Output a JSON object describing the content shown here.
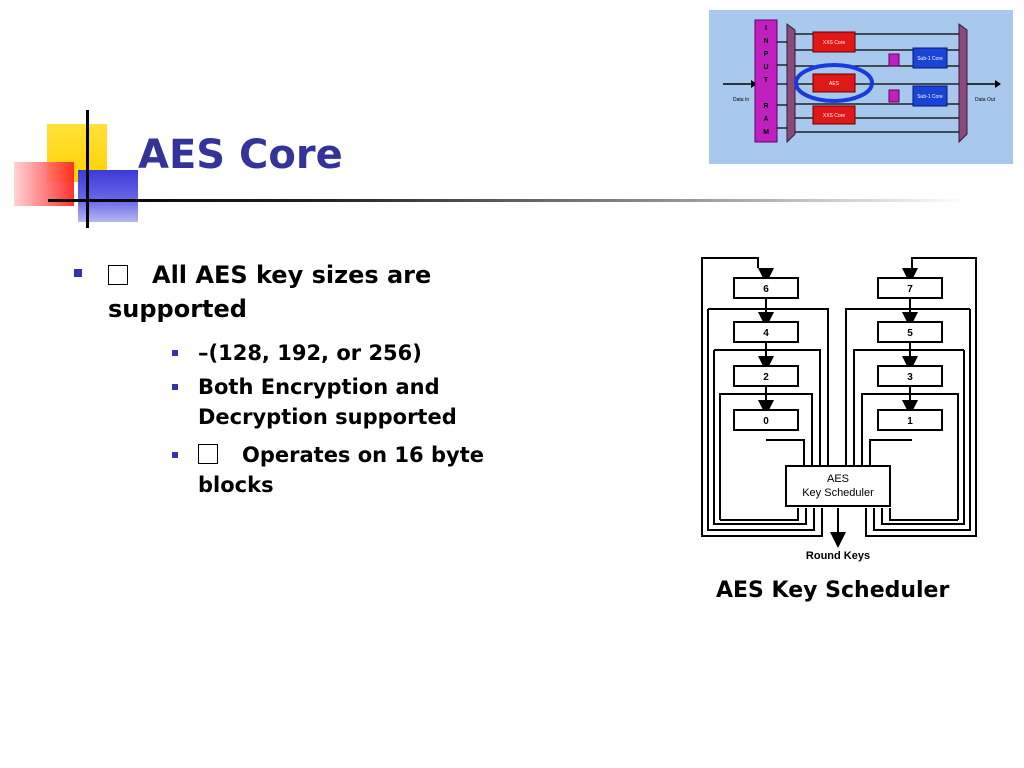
{
  "slide": {
    "title": "AES Core"
  },
  "bullets": {
    "main": "All AES key sizes are supported",
    "sub": [
      "–(128, 192, or 256)",
      "Both Encryption and Decryption supported",
      "Operates on 16 byte blocks"
    ]
  },
  "top_diagram": {
    "ram_label": "INPUT RAM",
    "ram_letters": [
      "I",
      "N",
      "P",
      "U",
      "T",
      "",
      "R",
      "A",
      "M"
    ],
    "data_in": "Data In",
    "data_out": "Data Out",
    "aes_label": "AES",
    "core_top": "XXS Core",
    "core_bottom": "XXS Core",
    "sub_top": "Sub-1 Core",
    "sub_bottom": "Sub-1 Core"
  },
  "key_scheduler_diagram": {
    "registers": [
      "6",
      "7",
      "4",
      "5",
      "2",
      "3",
      "0",
      "1"
    ],
    "block_line1": "AES",
    "block_line2": "Key Scheduler",
    "output_label": "Round Keys"
  },
  "caption": "AES Key Scheduler"
}
